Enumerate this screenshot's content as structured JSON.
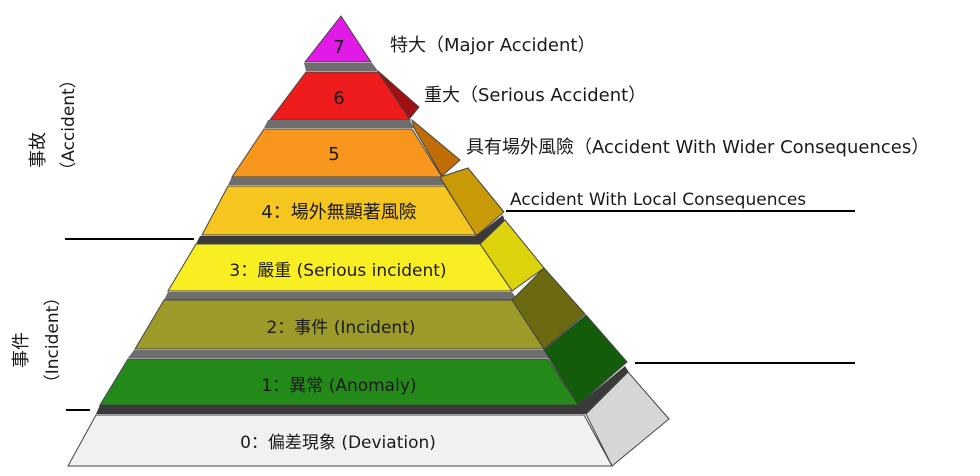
{
  "levels": [
    {
      "label": "7",
      "face": "#e21ae8",
      "side": "#8f0f94"
    },
    {
      "label": "6",
      "face": "#ee1c1c",
      "side": "#a11010"
    },
    {
      "label": "5",
      "face": "#f7961c",
      "side": "#c06d08"
    },
    {
      "label": "4：場外無顯著風險",
      "face": "#f7c51f",
      "side": "#c99a08"
    },
    {
      "label": "3：嚴重  (Serious incident)",
      "face": "#f9ee21",
      "side": "#dcd30c"
    },
    {
      "label": "2：事件  (Incident)",
      "face": "#9c9a29",
      "side": "#6b6a10"
    },
    {
      "label": "1：異常  (Anomaly)",
      "face": "#238a19",
      "side": "#135c0c"
    },
    {
      "label": "0：偏差現象  (Deviation)",
      "face": "#f1f1f1",
      "side": "#d6d6d6"
    }
  ],
  "annotations": {
    "a7": "特大（Major Accident）",
    "a6": "重大（Serious Accident）",
    "a5": "具有場外風險（Accident With Wider Consequences）",
    "a4": "Accident With Local Consequences"
  },
  "side_labels": {
    "accident_zh": "事故",
    "accident_en": "（Accident）",
    "incident_zh": "事件",
    "incident_en": "（Incident）"
  },
  "colors": {
    "separator": "#6e6e6e",
    "separator_dark": "#3a3a3a",
    "outline": "#444444",
    "text": "#1a1a1a"
  }
}
